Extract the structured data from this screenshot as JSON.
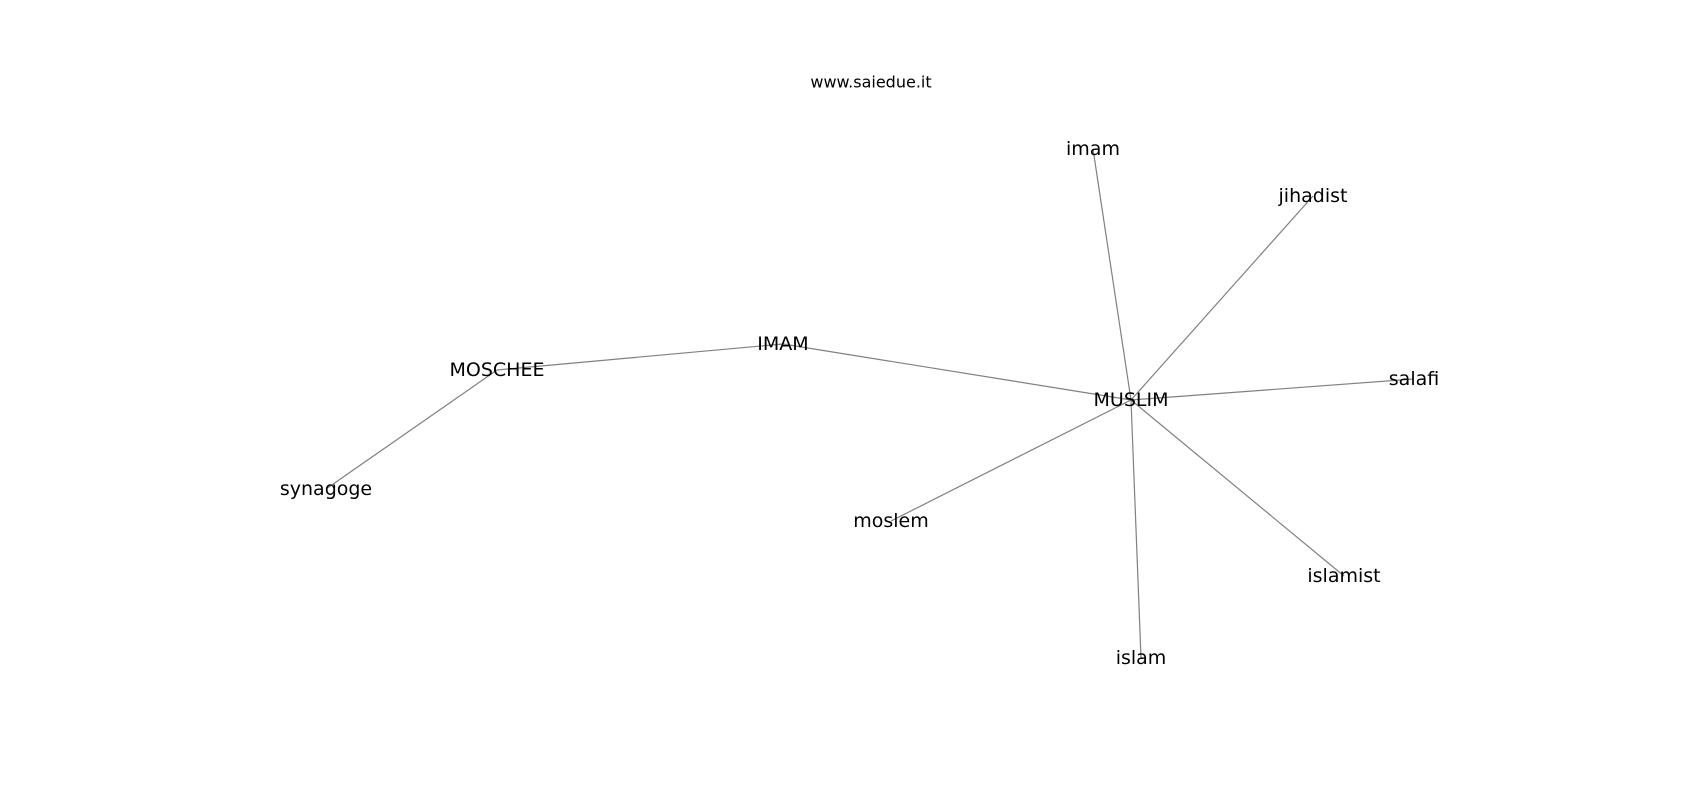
{
  "header": {
    "watermark": "www.saiedue.it"
  },
  "graph": {
    "nodes": [
      {
        "id": "MUSLIM",
        "label": "MUSLIM"
      },
      {
        "id": "IMAM",
        "label": "IMAM"
      },
      {
        "id": "MOSCHEE",
        "label": "MOSCHEE"
      },
      {
        "id": "synagoge",
        "label": "synagoge"
      },
      {
        "id": "imam",
        "label": "imam"
      },
      {
        "id": "jihadist",
        "label": "jihadist"
      },
      {
        "id": "salafi",
        "label": "salafi"
      },
      {
        "id": "moslem",
        "label": "moslem"
      },
      {
        "id": "islamist",
        "label": "islamist"
      },
      {
        "id": "islam",
        "label": "islam"
      }
    ],
    "edges": [
      [
        "MOSCHEE",
        "synagoge"
      ],
      [
        "MOSCHEE",
        "IMAM"
      ],
      [
        "IMAM",
        "MUSLIM"
      ],
      [
        "MUSLIM",
        "imam"
      ],
      [
        "MUSLIM",
        "jihadist"
      ],
      [
        "MUSLIM",
        "salafi"
      ],
      [
        "MUSLIM",
        "moslem"
      ],
      [
        "MUSLIM",
        "islamist"
      ],
      [
        "MUSLIM",
        "islam"
      ]
    ],
    "edge_color": "#808080",
    "label_color": "#000000"
  }
}
